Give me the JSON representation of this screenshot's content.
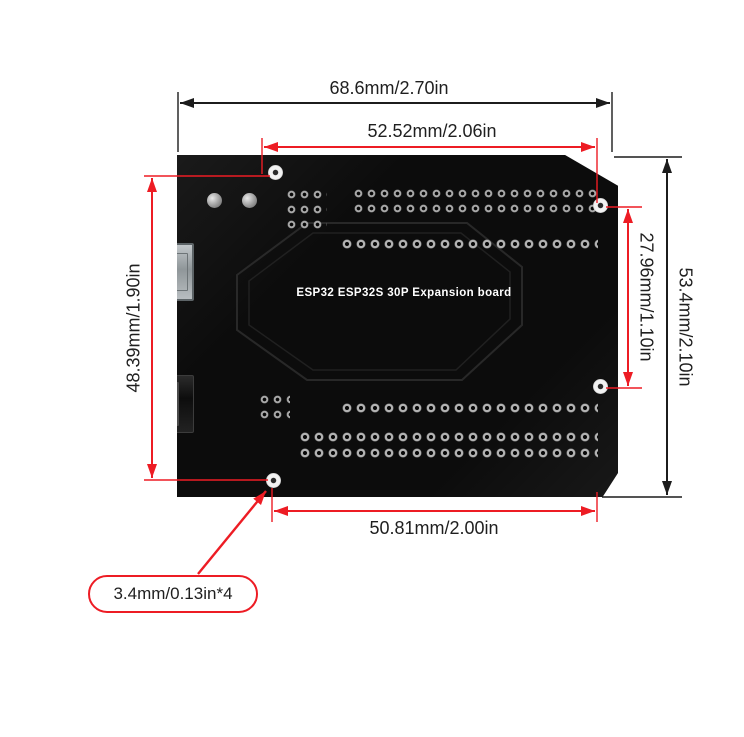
{
  "board": {
    "label": "ESP32 ESP32S 30P Expansion board"
  },
  "dimensions": {
    "overall_width": "68.6mm/2.70in",
    "top_pin_span": "52.52mm/2.06in",
    "left_height": "48.39mm/1.90in",
    "right_pin_span": "27.96mm/1.10in",
    "overall_height": "53.4mm/2.10in",
    "bottom_pin_span": "50.81mm/2.00in",
    "mounting_holes": "3.4mm/0.13in*4"
  },
  "colors": {
    "dimension_red": "#ed1c24",
    "dimension_black": "#1c1c1c",
    "board_black": "#0c0c0c",
    "board_text": "#ffffff",
    "background": "#ffffff"
  }
}
